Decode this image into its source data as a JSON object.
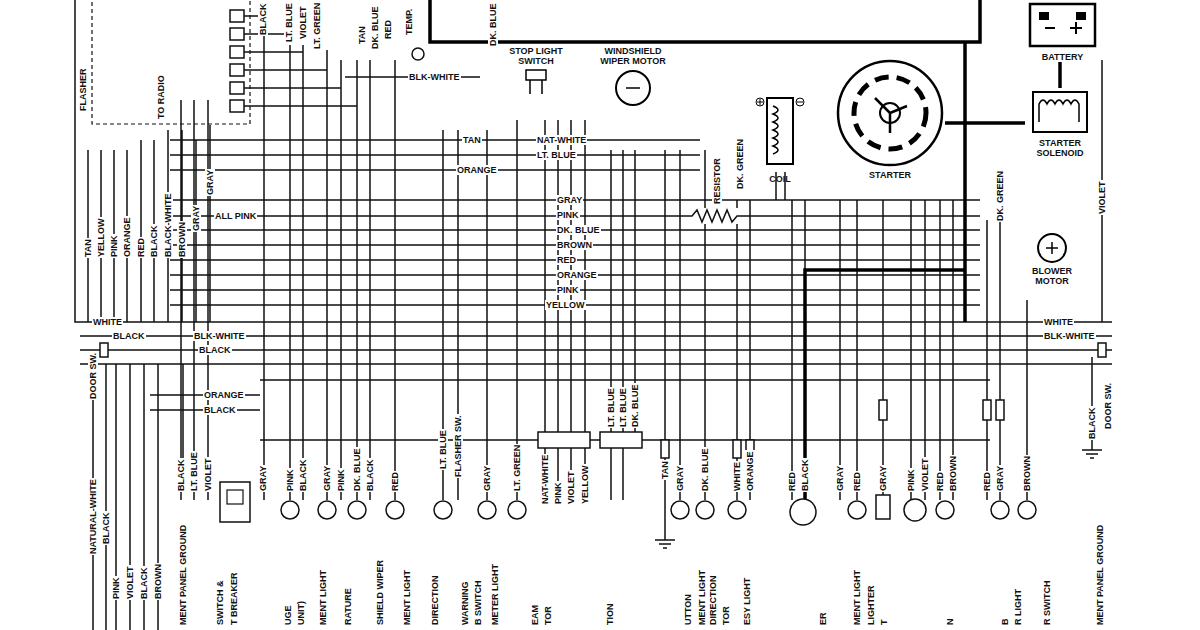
{
  "diagram": {
    "nodes": [
      {
        "text": [
          "BATTERY"
        ]
      },
      {
        "text": [
          "STARTER SOLENOID"
        ]
      },
      {
        "text": [
          "STARTER"
        ]
      },
      {
        "text": [
          "COIL"
        ]
      },
      {
        "text": [
          "WINDSHIELD WIPER MOTOR"
        ]
      },
      {
        "text": [
          "BLOWER MOTOR"
        ]
      },
      {
        "text": [
          "STOP LIGHT SWITCH"
        ]
      }
    ],
    "edges": [
      {
        "from": 0,
        "to": 1,
        "arrow": "none"
      },
      {
        "from": 1,
        "to": 2,
        "arrow": "none"
      }
    ],
    "labels": [
      "BLACK",
      "LT. BLUE",
      "VIOLET",
      "LT. GREEN",
      "TAN",
      "DK. BLUE",
      "RED",
      "TEMP.",
      "DK. BLUE",
      "FLASHER",
      "TO RADIO",
      "BLK-WHITE",
      "TAN",
      "NAT-WHITE",
      "LT. BLUE",
      "ORANGE",
      "GRAY",
      "PINK",
      "DK. BLUE",
      "BROWN",
      "RED",
      "ORANGE",
      "PINK",
      "YELLOW",
      "RESISTOR",
      "DK. GREEN",
      "ALL PINK",
      "TAN",
      "YELLOW",
      "PINK",
      "ORANGE",
      "RED",
      "BLACK",
      "BLACK-WHITE",
      "BROWN",
      "GRAY",
      "GRAY",
      "DK. GREEN",
      "VIOLET",
      "WHITE",
      "BLACK",
      "BLK-WHITE",
      "BLACK",
      "DOOR SW.",
      "WHITE",
      "BLK-WHITE",
      "DOOR SW.",
      "BLACK",
      "ORANGE",
      "BLACK",
      "NATURAL-WHITE",
      "BLACK",
      "BLACK",
      "LT. BLUE",
      "VIOLET",
      "GRAY",
      "PINK",
      "BLACK",
      "GRAY",
      "PINK",
      "DK. BLUE",
      "BLACK",
      "RED",
      "LT. BLUE",
      "FLASHER SW.",
      "GRAY",
      "LT. GREEN",
      "NAT-WHITE",
      "PINK",
      "VIOLET",
      "YELLOW",
      "LT. BLUE",
      "LT. BLUE",
      "DK. BLUE",
      "TAN",
      "GRAY",
      "DK. BLUE",
      "WHITE",
      "ORANGE",
      "RED",
      "BLACK",
      "GRAY",
      "RED",
      "GRAY",
      "PINK",
      "VIOLET",
      "RED",
      "BROWN",
      "RED",
      "GRAY",
      "BROWN",
      "PINK",
      "VIOLET",
      "BLACK",
      "BROWN",
      "MENT PANEL GROUND",
      "SWITCH &",
      "T BREAKER",
      "UGE",
      "UNIT)",
      "MENT LIGHT",
      "RATURE",
      "SHIELD WIPER",
      "MENT LIGHT",
      "DIRECTION",
      "WARNING",
      "B SWITCH",
      "METER LIGHT",
      "EAM",
      "TOR",
      "TION",
      "UTTON",
      "MENT LIGHT",
      "DIRECTION",
      "TOR",
      "ESY LIGHT",
      "ER",
      "MENT LIGHT",
      "LIGHTER",
      "T",
      "N",
      "B",
      "R LIGHT",
      "R SWITCH",
      "MENT PANEL GROUND"
    ]
  }
}
